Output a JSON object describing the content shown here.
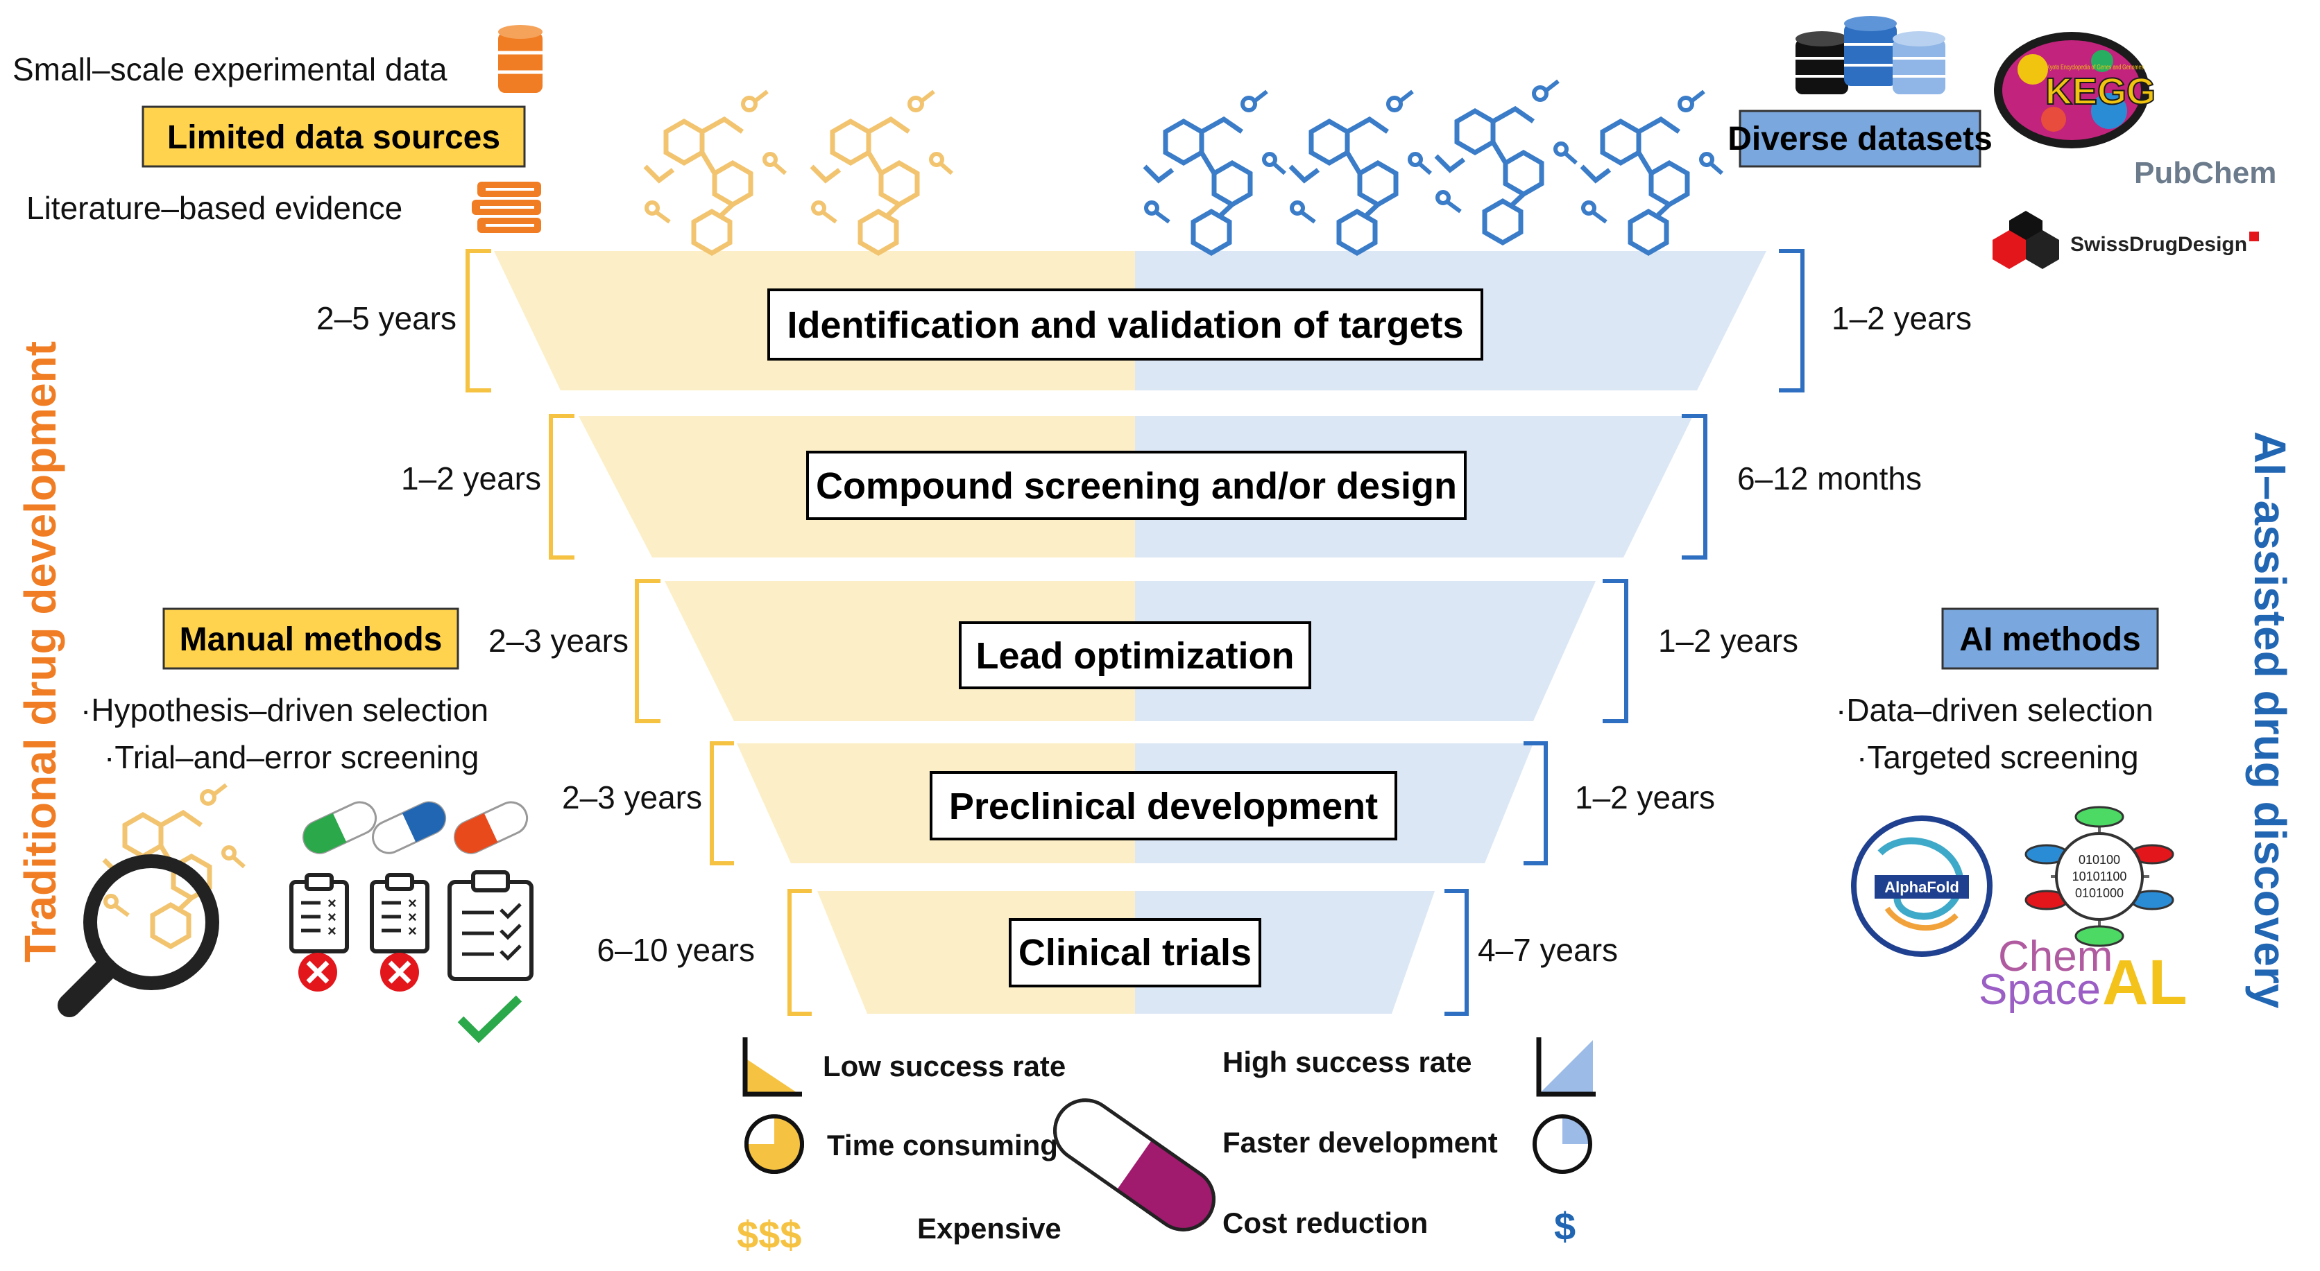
{
  "colors": {
    "traditional": "#f5c242",
    "traditional_fill": "#fcefc7",
    "ai": "#2f6fc1",
    "ai_fill": "#dce7f5",
    "side_traditional": "#f07d23",
    "side_ai": "#2166b3",
    "mol_orange": "#f2c46f",
    "mol_blue": "#3a7cc8",
    "pill_magenta": "#a01a6e"
  },
  "left": {
    "side_title": "Traditional drug development",
    "data_items": [
      {
        "label": "Small–scale experimental data",
        "icon": "database-icon"
      },
      {
        "label": "Literature–based evidence",
        "icon": "books-icon"
      }
    ],
    "data_box": "Limited data sources",
    "methods_box": "Manual methods",
    "methods_bullets": [
      "·Hypothesis–driven selection",
      "·Trial–and–error screening"
    ]
  },
  "right": {
    "side_title": "AI–assisted drug discovery",
    "data_box": "Diverse datasets",
    "logos": [
      "KEGG",
      "PubChem",
      "SwissDrugDesign"
    ],
    "kegg_sub": "Kyoto Encyclopedia of Genes and Genomes",
    "methods_box": "AI methods",
    "methods_bullets": [
      "·Data–driven selection",
      "·Targeted screening"
    ],
    "method_logos": [
      "AlphaFold",
      "Chem",
      "Space",
      "AL"
    ],
    "binary_lines": [
      "010100",
      "10101100",
      "0101000"
    ]
  },
  "stages": [
    {
      "label": "Identification and validation of targets",
      "traditional": "2–5 years",
      "ai": "1–2 years"
    },
    {
      "label": "Compound screening and/or design",
      "traditional": "1–2 years",
      "ai": "6–12 months"
    },
    {
      "label": "Lead optimization",
      "traditional": "2–3 years",
      "ai": "1–2 years"
    },
    {
      "label": "Preclinical development",
      "traditional": "2–3 years",
      "ai": "1–2 years"
    },
    {
      "label": "Clinical trials",
      "traditional": "6–10 years",
      "ai": "4–7 years"
    }
  ],
  "outcomes": {
    "traditional": [
      {
        "label": "Low success rate",
        "icon": "low-success-icon"
      },
      {
        "label": "Time consuming",
        "icon": "clock-three-quarter-icon"
      },
      {
        "label": "Expensive",
        "icon": "triple-dollar-icon",
        "symbol": "$$$"
      }
    ],
    "ai": [
      {
        "label": "High success rate",
        "icon": "high-success-icon"
      },
      {
        "label": "Faster development",
        "icon": "clock-quarter-icon"
      },
      {
        "label": "Cost reduction",
        "icon": "single-dollar-icon",
        "symbol": "$"
      }
    ]
  }
}
